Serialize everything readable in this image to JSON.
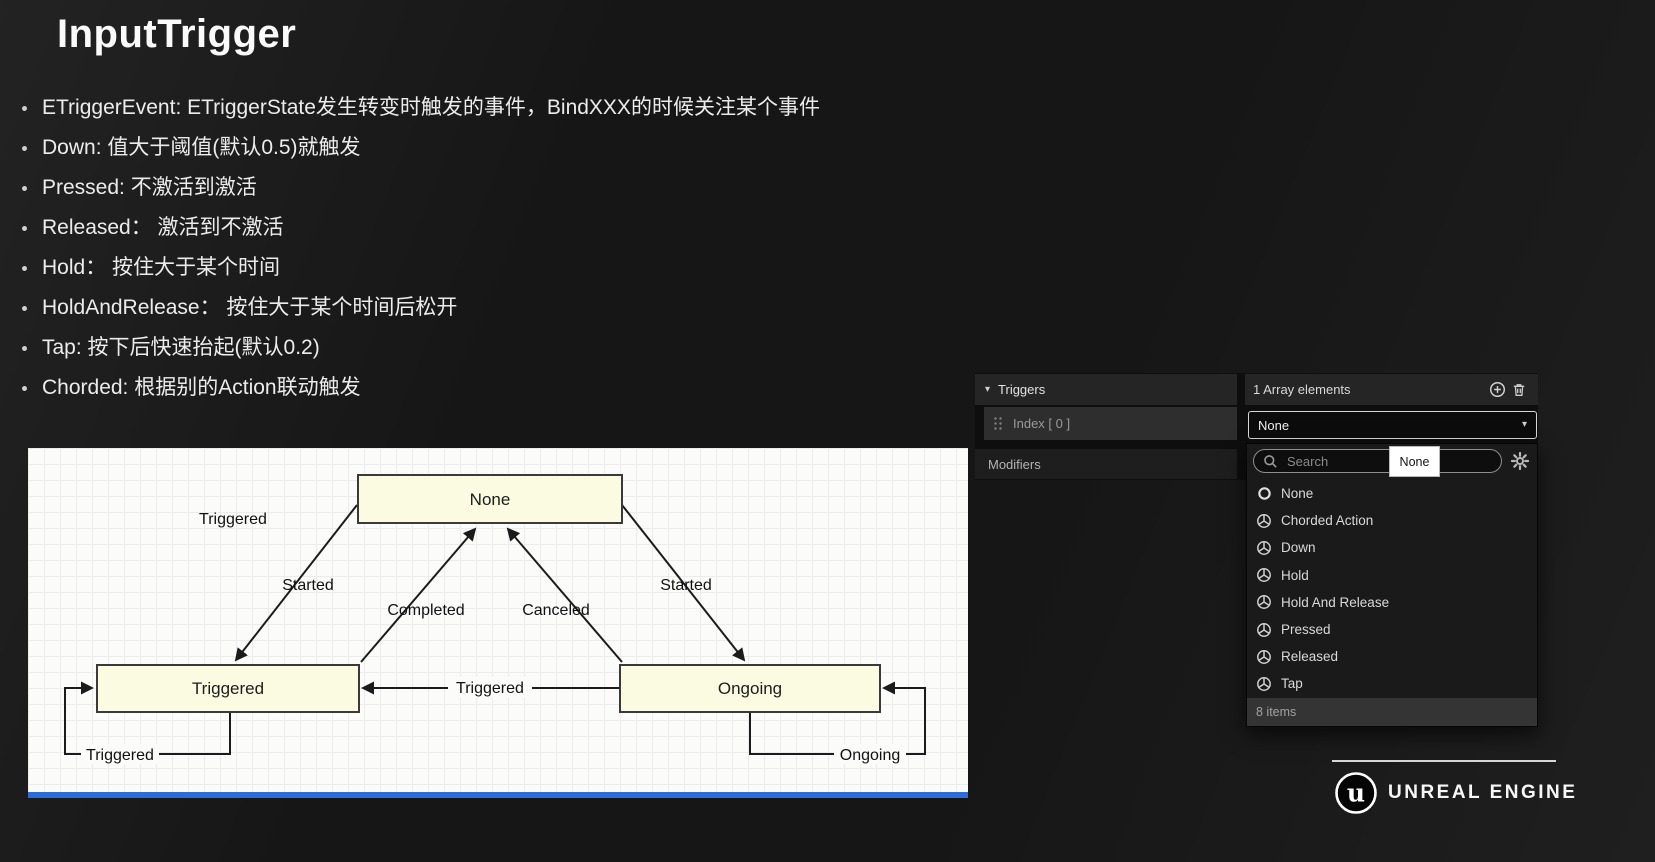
{
  "slide": {
    "title": "InputTrigger",
    "bullets": [
      "ETriggerEvent: ETriggerState发生转变时触发的事件，BindXXX的时候关注某个事件",
      "Down: 值大于阈值(默认0.5)就触发",
      "Pressed: 不激活到激活",
      "Released： 激活到不激活",
      "Hold： 按住大于某个时间",
      "HoldAndRelease： 按住大于某个时间后松开",
      "Tap: 按下后快速抬起(默认0.2)",
      "Chorded: 根据别的Action联动触发"
    ]
  },
  "diagram": {
    "nodes": {
      "none": "None",
      "triggered": "Triggered",
      "ongoing": "Ongoing"
    },
    "edges": {
      "none_to_triggered_label": "Triggered",
      "none_to_triggered_started": "Started",
      "triggered_to_none": "Completed",
      "ongoing_to_none": "Canceled",
      "none_to_ongoing": "Started",
      "ongoing_to_triggered": "Triggered",
      "triggered_self": "Triggered",
      "ongoing_self": "Ongoing"
    }
  },
  "details_panel": {
    "triggers_section": "Triggers",
    "array_header": "1 Array elements",
    "index_row": "Index [ 0 ]",
    "selected_value": "None",
    "modifiers_section": "Modifiers",
    "search_placeholder": "Search",
    "tooltip": "None",
    "dropdown": {
      "items": [
        {
          "label": "None",
          "icon": "none"
        },
        {
          "label": "Chorded Action",
          "icon": "sphere"
        },
        {
          "label": "Down",
          "icon": "sphere"
        },
        {
          "label": "Hold",
          "icon": "sphere"
        },
        {
          "label": "Hold And Release",
          "icon": "sphere"
        },
        {
          "label": "Pressed",
          "icon": "sphere"
        },
        {
          "label": "Released",
          "icon": "sphere"
        },
        {
          "label": "Tap",
          "icon": "sphere"
        }
      ],
      "footer": "8 items"
    }
  },
  "icons": {
    "section_chevron": "▾",
    "select_chevron": "▾"
  },
  "branding": {
    "logo_text": "UNREAL ENGINE"
  },
  "colors": {
    "accent_bar": "#2e6cd9",
    "node_fill": "#fbfbe2",
    "select_focus_border": "#d8d8d8"
  }
}
